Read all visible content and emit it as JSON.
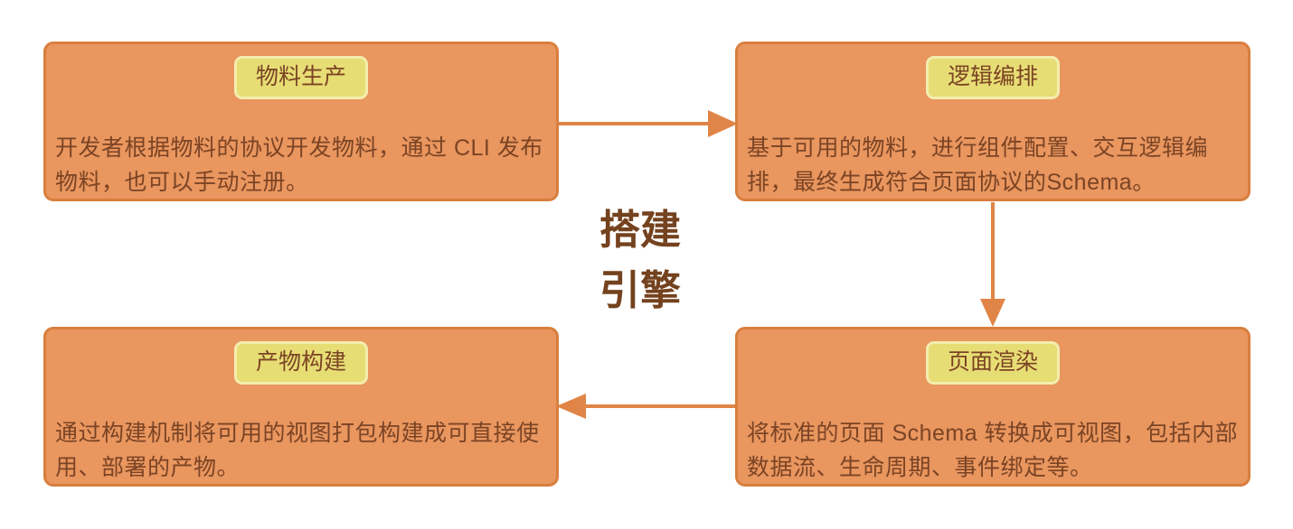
{
  "colors": {
    "background": "#FFFFFF",
    "box-fill": "#E9965F",
    "box-border": "#D87F3E",
    "badge-fill": "#E7DD75",
    "badge-border": "#F3EDAE",
    "text-brown": "#7B4424",
    "title-brown": "#74421E",
    "arrow": "#E08547"
  },
  "diagram": {
    "center_title": {
      "line1": "搭建",
      "line2": "引擎"
    },
    "boxes": [
      {
        "id": "material-production",
        "title": "物料生产",
        "description": "开发者根据物料的协议开发物料，通过 CLI 发布物料，也可以手动注册。"
      },
      {
        "id": "logic-orchestration",
        "title": "逻辑编排",
        "description": "基于可用的物料，进行组件配置、交互逻辑编排，最终生成符合页面协议的Schema。"
      },
      {
        "id": "page-rendering",
        "title": "页面渲染",
        "description": "将标准的页面 Schema 转换成可视图，包括内部数据流、生命周期、事件绑定等。"
      },
      {
        "id": "artifact-build",
        "title": "产物构建",
        "description": "通过构建机制将可用的视图打包构建成可直接使用、部署的产物。"
      }
    ],
    "arrows": [
      {
        "from": "物料生产",
        "to": "逻辑编排",
        "direction": "right"
      },
      {
        "from": "逻辑编排",
        "to": "页面渲染",
        "direction": "down"
      },
      {
        "from": "页面渲染",
        "to": "产物构建",
        "direction": "left"
      }
    ]
  }
}
